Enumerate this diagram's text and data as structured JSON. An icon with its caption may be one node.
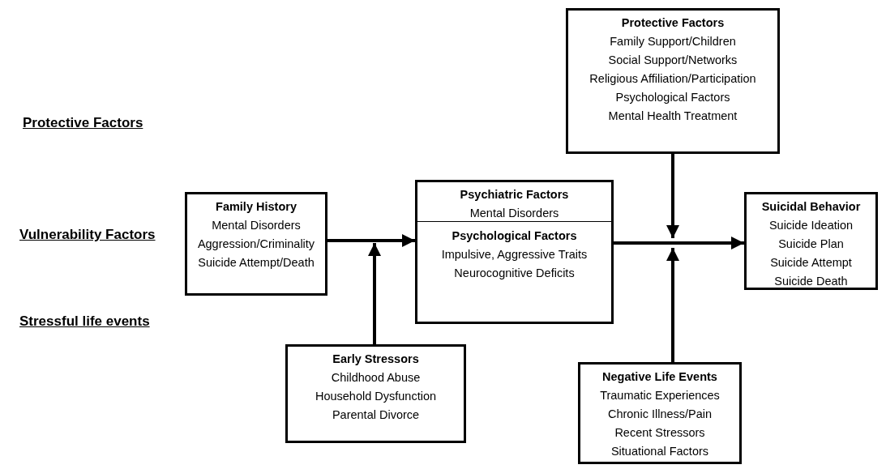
{
  "diagram": {
    "nodes": [
      {
        "text": [
          "Protective Factors",
          "Family Support/Children",
          "Social Support/Networks",
          "Religious Affiliation/Participation",
          "Psychological Factors",
          "Mental Health Treatment"
        ]
      },
      {
        "text": [
          "Family History",
          "Mental Disorders",
          "Aggression/Criminality",
          "Suicide Attempt/Death"
        ]
      },
      {
        "text": [
          "Psychiatric Factors",
          "Mental Disorders",
          "Psychological Factors",
          "Impulsive, Aggressive Traits",
          "Neurocognitive Deficits"
        ]
      },
      {
        "text": [
          "Suicidal Behavior",
          "Suicide Ideation",
          "Suicide Plan",
          "Suicide Attempt",
          "Suicide Death"
        ]
      },
      {
        "text": [
          "Early Stressors",
          "Childhood Abuse",
          "Household Dysfunction",
          "Parental Divorce"
        ]
      },
      {
        "text": [
          "Negative Life Events",
          "Traumatic Experiences",
          "Chronic Illness/Pain",
          "Recent Stressors",
          "Situational Factors"
        ]
      }
    ],
    "edges": [
      {
        "from": 1,
        "to": 2,
        "arrow": "to"
      },
      {
        "from": 4,
        "to": null,
        "arrow": "to"
      },
      {
        "from": 2,
        "to": 3,
        "arrow": "to"
      },
      {
        "from": 0,
        "to": null,
        "arrow": "to"
      },
      {
        "from": 5,
        "to": null,
        "arrow": "to"
      }
    ],
    "labels": [
      "Protective Factors",
      "Vulnerability Factors",
      "Stressful life events"
    ]
  }
}
